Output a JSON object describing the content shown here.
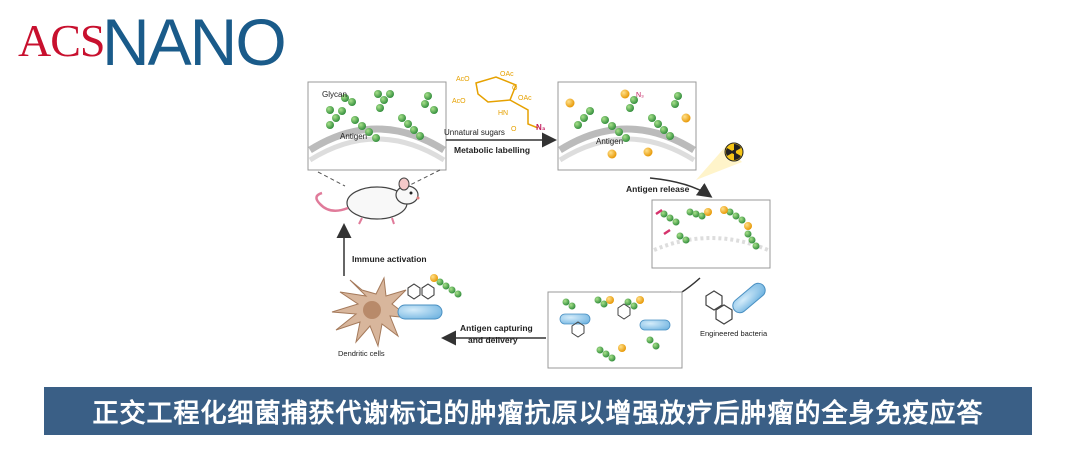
{
  "logo": {
    "acs": "ACS",
    "nano": "NANO"
  },
  "diagram": {
    "panel1_glycan": "Glycan",
    "panel1_antigen": "Antigen",
    "unnatural_sugars": "Unnatural sugars",
    "metabolic_labelling": "Metabolic labelling",
    "panel2_antigen": "Antigen",
    "azide_label": "N₃",
    "antigen_release": "Antigen release",
    "engineered_bacteria": "Engineered bacteria",
    "antigen_capturing_1": "Antigen capturing",
    "antigen_capturing_2": "and delivery",
    "dendritic_cells": "Dendritic cells",
    "immune_activation": "Immune activation",
    "sugar": {
      "aco1": "AcO",
      "oac1": "OAc",
      "aco2": "AcO",
      "oac2": "OAc",
      "o": "O",
      "hn": "HN",
      "o2": "O",
      "n3": "N₃"
    }
  },
  "caption": "正交工程化细菌捕获代谢标记的肿瘤抗原以增强放疗后肿瘤的全身免疫应答",
  "colors": {
    "acs_red": "#c8102e",
    "nano_blue": "#1a5b8a",
    "banner": "#3a5f86",
    "green": "#4caf50",
    "orange": "#f2a81d",
    "magenta": "#d6336c",
    "bacteria": "#8ec5e8",
    "cell": "#c9a58c"
  }
}
